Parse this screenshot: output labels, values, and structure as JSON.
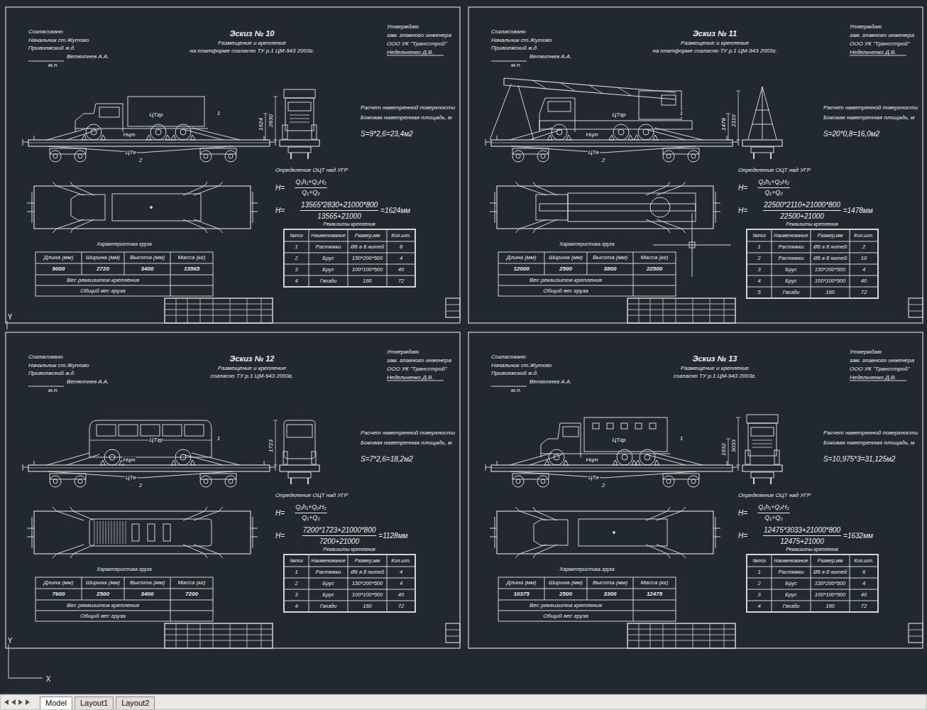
{
  "diagram": {
    "nodes": [
      {
        "text": [
          "Model"
        ]
      },
      {
        "text": [
          "Layout1"
        ]
      },
      {
        "text": [
          "Layout2"
        ]
      }
    ],
    "labels": [
      "Согласовано",
      "Начальник ст.Жутово",
      "Приволжский ж.д.",
      "Ветютнев А.А.",
      "м.п.",
      "Эскиз № 10",
      "Размещение и крепление",
      "на платформе согласно ТУ р.1 ЦМ-943 2003г.",
      "Утверждаю",
      "зам. главного инженера",
      "ООО УК \"Трансстрой\"",
      "Недельченко Д.В.",
      "Расчет наветренной поверхности",
      "Боковая наветренная площадь, м",
      "S=9*2,6=23,4м2",
      "Определение ОЦТ над УГР",
      "H=",
      "Q₁h₁+Q₂H₂",
      "Q₁+Q₂",
      "H=",
      "13565*2830+21000*800",
      "13565+21000",
      "=1624мм",
      "Реквизиты крепления",
      "№поз",
      "Наименование",
      "Размер,мм",
      "Кол.шт.",
      "1",
      "Растяжки",
      "Ø6 в 8 нитей",
      "8",
      "2",
      "Брус",
      "150*200*500",
      "4",
      "3",
      "Брус",
      "100*100*500",
      "40",
      "4",
      "Гвозди",
      "160",
      "72",
      "Характеристика груза",
      "Длина (мм)",
      "Ширина (мм)",
      "Высота (мм)",
      "Масса (кг)",
      "9000",
      "2720",
      "3400",
      "13565",
      "Вес реквизитов крепления",
      "Общий вес груза",
      "ЦТгр",
      "Нцт",
      "ЦТв",
      "1624",
      "2830",
      "2",
      "1",
      "Согласовано",
      "Начальник ст.Жутово",
      "Приволжский ж.д.",
      "Ветютнев А.А.",
      "м.п.",
      "Эскиз № 11",
      "Размещение и крепление",
      "на платформе согласно ТУ р.1 ЦМ-943 2003г.",
      "Утверждаю",
      "зам. главного инженера",
      "ООО УК \"Трансстрой\"",
      "Недельченко Д.В.",
      "Расчет наветренной поверхности",
      "Боковая наветренная площадь, м",
      "S=20*0,8=16,0м2",
      "Определение ОЦТ над УГР",
      "H=",
      "Q₁h₁+Q₂H₂",
      "Q₁+Q₂",
      "H=",
      "22500*2110+21000*800",
      "22500+21000",
      "=1478мм",
      "Реквизиты крепления",
      "№поз",
      "Наименование",
      "Размер,мм",
      "Кол.шт.",
      "1",
      "Растяжки",
      "Ø6 в 8 нитей",
      "2",
      "2",
      "Растяжки",
      "Ø6 в 8 нитей",
      "10",
      "3",
      "Брус",
      "150*200*500",
      "4",
      "4",
      "Брус",
      "100*100*500",
      "40",
      "5",
      "Гвозди",
      "160",
      "72",
      "Характеристика груза",
      "Длина (мм)",
      "Ширина (мм)",
      "Высота (мм)",
      "Масса (кг)",
      "12000",
      "2500",
      "3800",
      "22500",
      "Вес реквизитов крепления",
      "Общий вес груза",
      "ЦТгр",
      "Нцт",
      "ЦТв",
      "1478",
      "2110",
      "2",
      "1",
      "Согласовано",
      "Начальник ст.Жутово",
      "Приволжский ж.д.",
      "Ветютнев А.А.",
      "м.п.",
      "Эскиз № 12",
      "Размещение и крепление",
      "согласно ТУ р.1 ЦМ-943 2003г.",
      "Утверждаю",
      "зам. главного инженера",
      "ООО УК \"Трансстрой\"",
      "Недельченко Д.В.",
      "Расчет наветренной поверхности",
      "Боковая наветренная площадь, м",
      "S=7*2,6=18,2м2",
      "Определение ОЦТ над УГР",
      "H=",
      "Q₁h₁+Q₂H₂",
      "Q₁+Q₂",
      "H=",
      "7200*1723+21000*800",
      "7200+21000",
      "=1128мм",
      "Реквизиты крепления",
      "№поз",
      "Наименование",
      "Размер,мм",
      "Кол.шт.",
      "1",
      "Растяжки",
      "Ø6 в 8 нитей",
      "4",
      "2",
      "Брус",
      "150*200*500",
      "4",
      "3",
      "Брус",
      "100*100*500",
      "40",
      "4",
      "Гвозди",
      "160",
      "72",
      "Характеристика груза",
      "Длина (мм)",
      "Ширина (мм)",
      "Высота (мм)",
      "Масса (кг)",
      "7600",
      "2500",
      "3400",
      "7200",
      "Вес реквизитов крепления",
      "Общий вес груза",
      "ЦТгр",
      "Нцт",
      "ЦТв",
      "1723",
      "2",
      "1",
      "Согласовано",
      "Начальник ст.Жутово",
      "Приволжский ж.д.",
      "Ветютнев А.А.",
      "м.п.",
      "Эскиз № 13",
      "Размещение и крепление",
      "согласно ТУ р.1 ЦМ-943 2003г.",
      "Утверждаю",
      "зам. главного инженера",
      "ООО УК \"Трансстрой\"",
      "Недельченко Д.В.",
      "Расчет наветренной поверхности",
      "Боковая наветренная площадь, м",
      "S=10,975*3=31,125м2",
      "Определение ОЦТ над УГР",
      "H=",
      "Q₁h₁+Q₂H₂",
      "Q₁+Q₂",
      "H=",
      "12475*3033+21000*800",
      "12475+21000",
      "=1632мм",
      "Реквизиты крепления",
      "№поз",
      "Наименование",
      "Размер,мм",
      "Кол.шт.",
      "1",
      "Растяжки",
      "Ø6 в 8 нитей",
      "6",
      "2",
      "Брус",
      "150*200*500",
      "4",
      "3",
      "Брус",
      "100*100*500",
      "40",
      "4",
      "Гвозди",
      "160",
      "72",
      "Характеристика груза",
      "Длина (мм)",
      "Ширина (мм)",
      "Высота (мм)",
      "Масса (кг)",
      "10375",
      "2500",
      "3300",
      "12475",
      "Вес реквизитов крепления",
      "Общий вес груза",
      "ЦТгр",
      "Нцт",
      "ЦТв",
      "1632",
      "3033",
      "2",
      "1",
      "Y",
      "Y",
      "X"
    ]
  }
}
